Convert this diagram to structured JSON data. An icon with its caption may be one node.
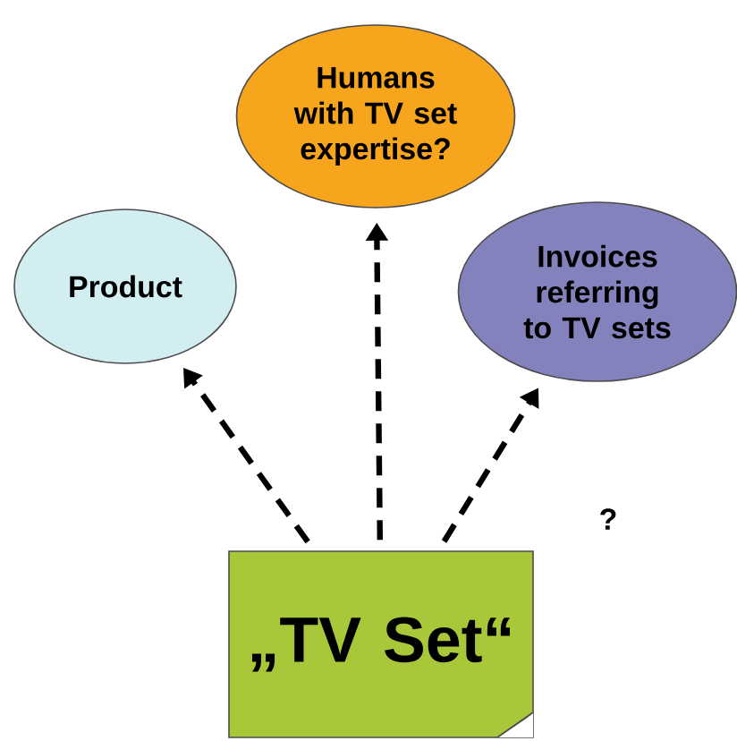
{
  "diagram": {
    "nodes": [
      {
        "text": [
          "Product"
        ]
      },
      {
        "text": [
          "Humans with TV set expertise?"
        ]
      },
      {
        "text": [
          "Invoices referring to TV sets"
        ]
      },
      {
        "text": [
          "„TV Set“"
        ]
      }
    ],
    "edges": [
      {
        "from": 3,
        "to": 0,
        "arrow": "to",
        "style": "dashed"
      },
      {
        "from": 3,
        "to": 1,
        "arrow": "to",
        "style": "dashed"
      },
      {
        "from": 3,
        "to": 2,
        "arrow": "to",
        "style": "dashed"
      }
    ],
    "labels": [
      "?"
    ]
  }
}
